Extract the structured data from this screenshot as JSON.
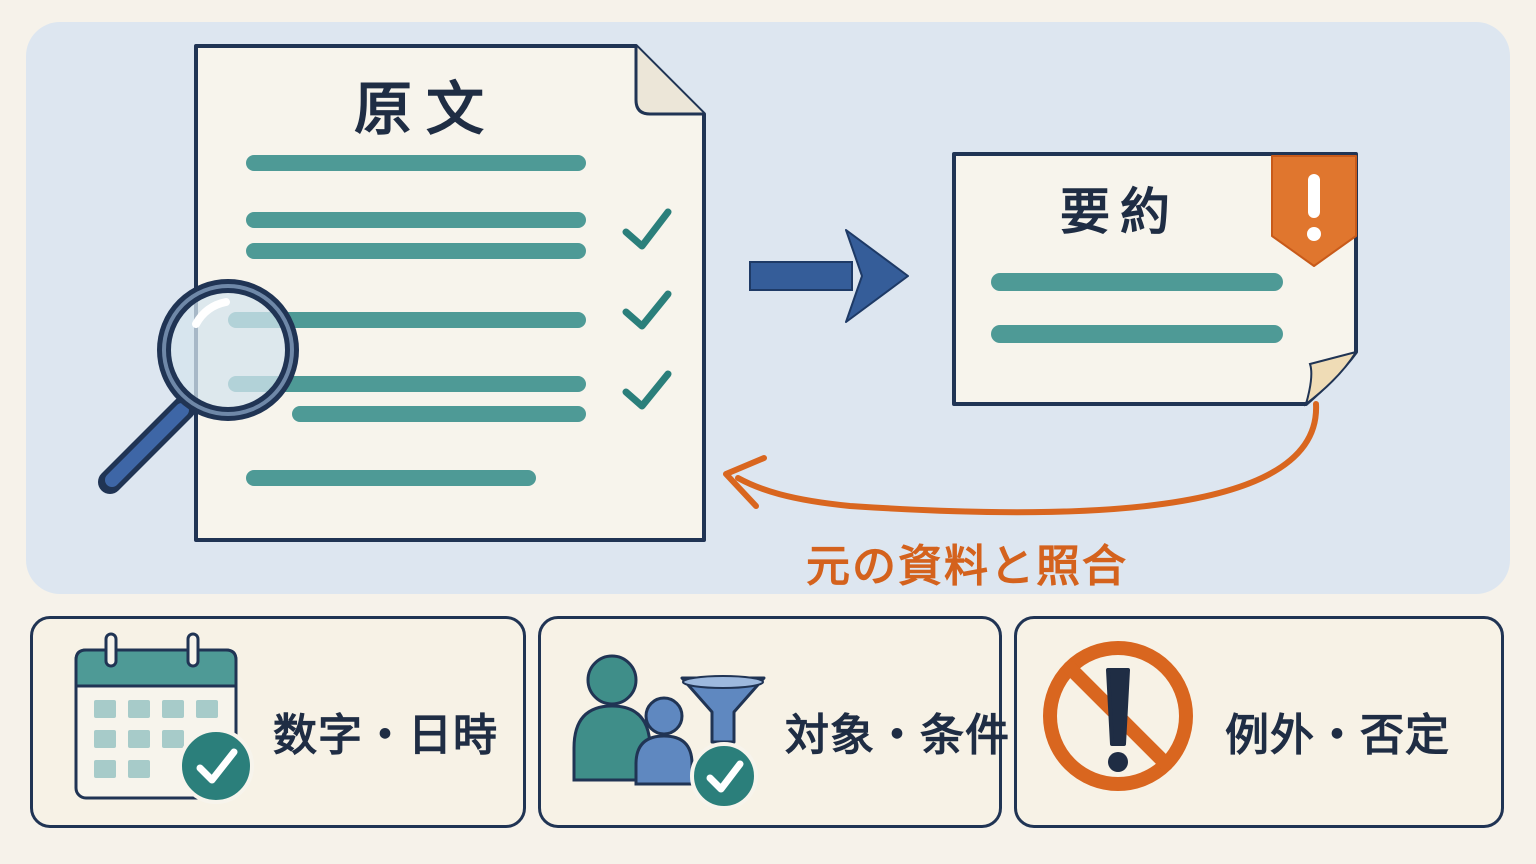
{
  "source_doc": {
    "title": "原文"
  },
  "summary_doc": {
    "title": "要約"
  },
  "reference": {
    "label": "元の資料と照合"
  },
  "cards": [
    {
      "label": "数字・日時",
      "icon": "calendar-check-icon"
    },
    {
      "label": "対象・条件",
      "icon": "people-filter-icon"
    },
    {
      "label": "例外・否定",
      "icon": "prohibited-exclamation-icon"
    }
  ],
  "colors": {
    "teal": "#4e9a96",
    "navy": "#203454",
    "blue_arrow": "#355d99",
    "orange": "#d9661f",
    "paper": "#f7f4ec",
    "panel": "#dde6f0"
  }
}
